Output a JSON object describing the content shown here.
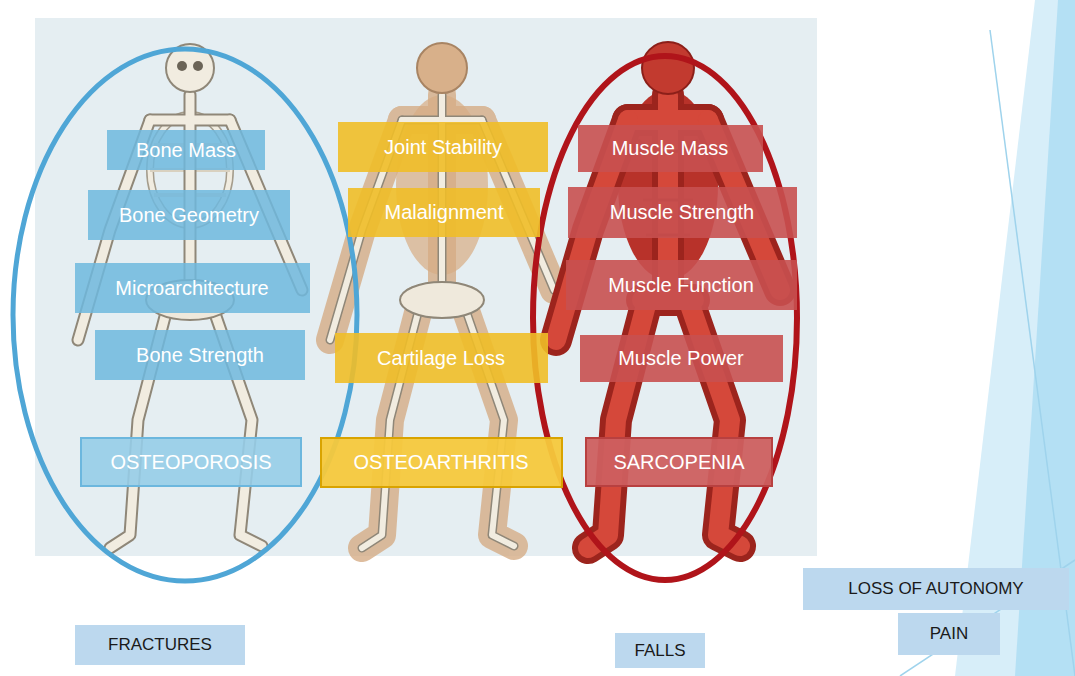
{
  "diagram": {
    "nodes": [
      {
        "text": [
          "Bone Mass"
        ]
      },
      {
        "text": [
          "Bone Geometry"
        ]
      },
      {
        "text": [
          "Microarchitecture"
        ]
      },
      {
        "text": [
          "Bone Strength"
        ]
      },
      {
        "text": [
          "OSTEOPOROSIS"
        ]
      },
      {
        "text": [
          "Joint Stability"
        ]
      },
      {
        "text": [
          "Malalignment"
        ]
      },
      {
        "text": [
          "Cartilage Loss"
        ]
      },
      {
        "text": [
          "OSTEOARTHRITIS"
        ]
      },
      {
        "text": [
          "Muscle Mass"
        ]
      },
      {
        "text": [
          "Muscle Strength"
        ]
      },
      {
        "text": [
          "Muscle Function"
        ]
      },
      {
        "text": [
          "Muscle Power"
        ]
      },
      {
        "text": [
          "SARCOPENIA"
        ]
      },
      {
        "text": [
          "FRACTURES"
        ]
      },
      {
        "text": [
          "FALLS"
        ]
      },
      {
        "text": [
          "LOSS OF AUTONOMY"
        ]
      },
      {
        "text": [
          "PAIN"
        ]
      }
    ]
  }
}
